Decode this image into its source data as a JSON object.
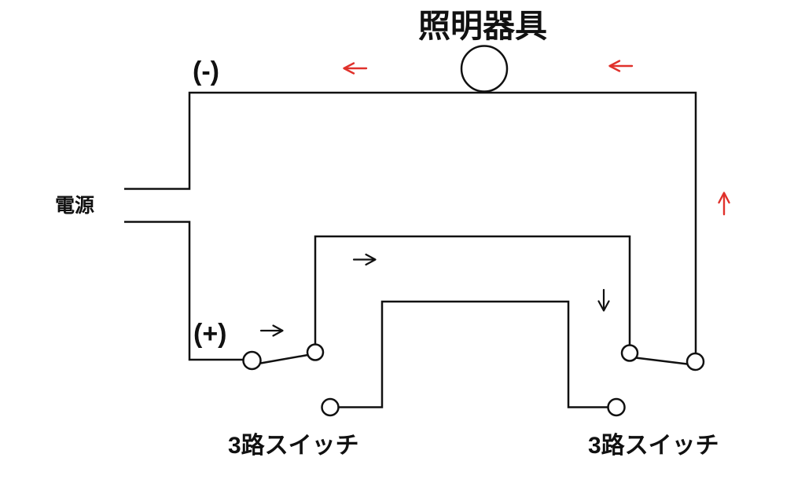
{
  "diagram": {
    "title": "照明器具",
    "power_source": {
      "label": "電源",
      "negative_label": "(-)",
      "positive_label": "(+)"
    },
    "switches": [
      {
        "label": "3路スイッチ"
      },
      {
        "label": "3路スイッチ"
      }
    ],
    "arrows": {
      "return_path": [
        {
          "name": "arrow-left-top-center",
          "direction": "left",
          "color": "red"
        },
        {
          "name": "arrow-left-top-right",
          "direction": "left",
          "color": "red"
        },
        {
          "name": "arrow-up-right-side",
          "direction": "up",
          "color": "red"
        }
      ],
      "supply_path": [
        {
          "name": "arrow-right-at-positive",
          "direction": "right",
          "color": "black"
        },
        {
          "name": "arrow-right-upper-traveler",
          "direction": "right",
          "color": "black"
        },
        {
          "name": "arrow-down-right-traveler",
          "direction": "down",
          "color": "black"
        }
      ]
    },
    "colors": {
      "background": "#ffffff",
      "wire": "#111111",
      "text": "#111111",
      "arrow_red": "#e0312b",
      "arrow_black": "#111111"
    }
  }
}
